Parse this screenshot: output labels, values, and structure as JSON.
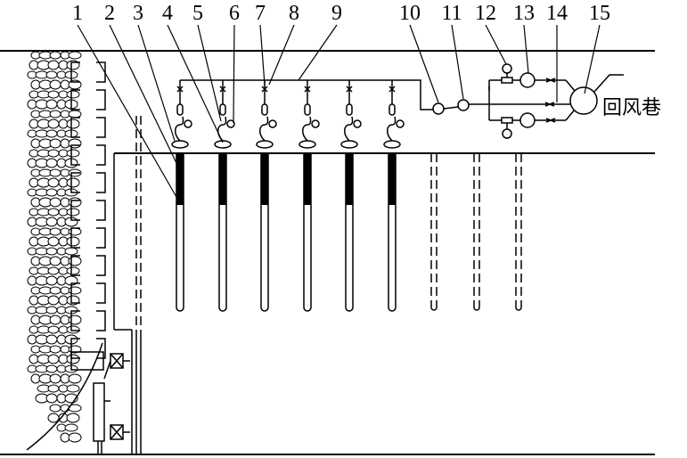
{
  "labels": [
    "1",
    "2",
    "3",
    "4",
    "5",
    "6",
    "7",
    "8",
    "9",
    "10",
    "11",
    "12",
    "13",
    "14",
    "15"
  ],
  "return_airway_label": "回风巷",
  "colors": {
    "line": "#000000",
    "background": "#ffffff"
  }
}
